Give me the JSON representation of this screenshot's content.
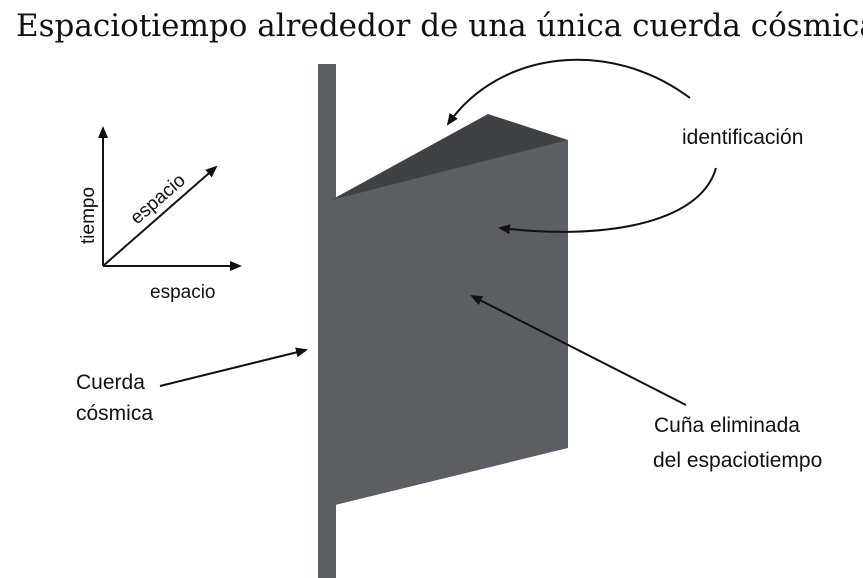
{
  "title": "Espaciotiempo alrededor de una única cuerda cósmica",
  "axes": {
    "vertical_label": "tiempo",
    "diagonal_label": "espacio",
    "horizontal_label": "espacio"
  },
  "labels": {
    "identification": "identificación",
    "string_line1": "Cuerda",
    "string_line2": "cósmica",
    "wedge_line1": "Cuña eliminada",
    "wedge_line2": "del espaciotiempo"
  },
  "colors": {
    "string": "#5b5f63",
    "sheet": "#5b5f63",
    "wedge_top": "#3e4246",
    "text": "#111111",
    "arrow": "#111111"
  }
}
